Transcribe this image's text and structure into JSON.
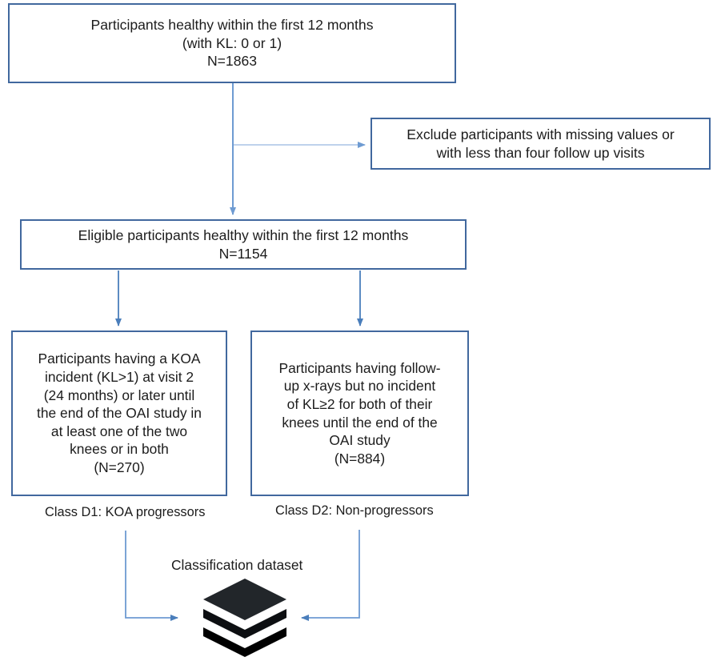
{
  "diagram": {
    "title": "OAI knee osteoarthritis cohort selection flowchart",
    "accent_color": "#41689E",
    "arrow_color": "#4A7EBB",
    "text_color": "#1c1c1c",
    "background": "#ffffff"
  },
  "nodes": {
    "healthy": {
      "text": "Participants healthy within the first 12 months\n(with KL: 0 or 1)\nN=1863",
      "n": 1863
    },
    "exclude": {
      "text": "Exclude participants with missing values or\nwith less than four follow up visits"
    },
    "eligible": {
      "text": "Eligible participants healthy within the first 12 months\nN=1154",
      "n": 1154
    },
    "progressors": {
      "text": "Participants having a KOA\nincident (KL>1) at visit 2\n(24 months) or later until\nthe end of the OAI study in\nat least one of the two\nknees or in both\n(N=270)",
      "n": 270
    },
    "nonprogressors": {
      "text": "Participants having follow-\nup x-rays but no incident\nof KL≥2 for both of their\nknees until the end of the\nOAI study\n(N=884)",
      "n": 884
    }
  },
  "captions": {
    "class_d1": "Class D1: KOA progressors",
    "class_d2": "Class D2: Non-progressors",
    "dataset": "Classification dataset"
  },
  "icons": {
    "layers": "layers-stack-icon"
  }
}
